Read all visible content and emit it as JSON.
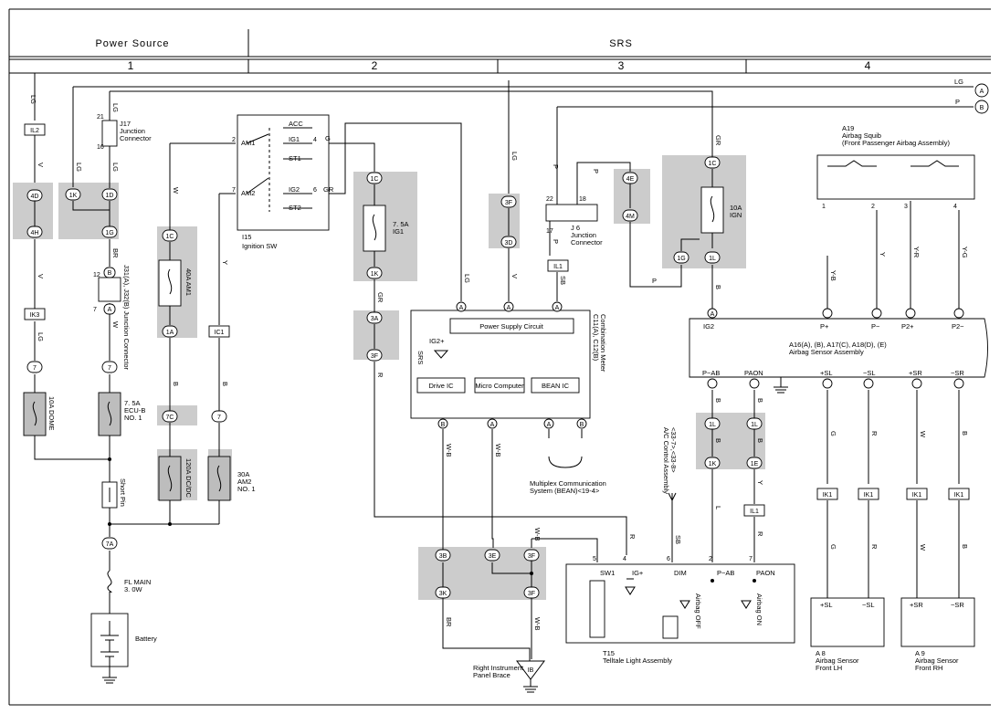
{
  "header": {
    "sections": [
      "Power Source",
      "SRS"
    ],
    "columns": [
      "1",
      "2",
      "3",
      "4"
    ]
  },
  "components": {
    "ignition_sw": {
      "name": "I15",
      "label": "Ignition SW",
      "pins": [
        "AM1",
        "AM2",
        "ACC",
        "IG1",
        "ST1",
        "IG2",
        "ST2"
      ],
      "pin_numbers": [
        "2",
        "7",
        "4",
        "6"
      ]
    },
    "junction_j17": {
      "name": "J17",
      "lines": [
        "Junction",
        "Connector"
      ],
      "pins": [
        "21",
        "16"
      ]
    },
    "junction_j6": {
      "name": "J 6",
      "lines": [
        "Junction",
        "Connector"
      ],
      "pins": [
        "22",
        "18",
        "17"
      ]
    },
    "junction_j31": {
      "text": "J31(A), J32(B) Junction Connector",
      "pins": [
        "12",
        "7"
      ]
    },
    "combination_meter": {
      "name": "C11(A), C12(B)",
      "label": "Combination Meter",
      "blocks": [
        "Power Supply Circuit",
        "Drive IC",
        "Micro Computer",
        "BEAN IC"
      ],
      "indicator": "IG2+",
      "srs": "SRS"
    },
    "multiplex": {
      "lines": [
        "Multiplex Communication",
        "System (BEAN)<19-4>"
      ]
    },
    "airbag_squib": {
      "name": "A19",
      "lines": [
        "Airbag Squib",
        "(Front Passenger Airbag Assembly)"
      ],
      "pins": [
        "1",
        "2",
        "3",
        "4"
      ]
    },
    "airbag_sensor_assy": {
      "lines": [
        "A16(A), (B), A17(C), A18(D), (E)",
        "Airbag Sensor Assembly"
      ],
      "top_terms": [
        "IG2",
        "P+",
        "P−",
        "P2+",
        "P2−"
      ],
      "bottom_terms": [
        "P−AB",
        "PAON",
        "+SL",
        "−SL",
        "+SR",
        "−SR"
      ]
    },
    "ac_control": {
      "lines": [
        "A/C Control Assembly",
        "<33-7>,<33-8>"
      ]
    },
    "telltale": {
      "name": "T15",
      "label": "Telltale Light Assembly",
      "terms": [
        "SW1",
        "IG+",
        "DIM",
        "P−AB",
        "PAON"
      ],
      "pins": [
        "5",
        "4",
        "6",
        "2",
        "7"
      ],
      "lamps": [
        "Airbag OFF",
        "Airbag ON"
      ]
    },
    "sensor_lh": {
      "name": "A 8",
      "lines": [
        "Airbag Sensor",
        "Front LH"
      ],
      "terms": [
        "+SL",
        "−SL"
      ]
    },
    "sensor_rh": {
      "name": "A 9",
      "lines": [
        "Airbag Sensor",
        "Front RH"
      ],
      "terms": [
        "+SR",
        "−SR"
      ]
    },
    "short_pin": {
      "label": "Short Pin"
    },
    "fl_main": {
      "lines": [
        "FL MAIN",
        "3. 0W"
      ]
    },
    "battery": {
      "label": "Battery"
    },
    "ground": {
      "name": "IB",
      "lines": [
        "Right Instrument",
        "Panel Brace"
      ]
    }
  },
  "fuses": {
    "dome": "10A DOME",
    "ecub": [
      "7. 5A",
      "ECU-B",
      "NO. 1"
    ],
    "am1": "40A AM1",
    "dcdc": "120A DC/DC",
    "am2": [
      "30A",
      "AM2",
      "NO. 1"
    ],
    "ig1": [
      "7. 5A",
      "IG1"
    ],
    "ign": [
      "10A",
      "IGN"
    ]
  },
  "connectors": [
    "IL2",
    "4D",
    "4H",
    "IK3",
    "7",
    "1K",
    "1D",
    "1G",
    "B",
    "A",
    "1C",
    "1A",
    "7C",
    "IC1",
    "1C",
    "1K",
    "3A",
    "3F",
    "3F",
    "3D",
    "IL1",
    "4E",
    "4M",
    "1G",
    "1L",
    "7A",
    "3B",
    "3K",
    "3E",
    "3F",
    "IK1",
    "1L",
    "1K",
    "1E",
    "IL1",
    "IB"
  ],
  "wire_colors": [
    "LG",
    "P",
    "GR",
    "V",
    "W",
    "BR",
    "B",
    "G",
    "Y",
    "Y-B",
    "Y-R",
    "Y-G",
    "W-B",
    "R",
    "SB",
    "L"
  ],
  "offpage": [
    "A",
    "B"
  ]
}
